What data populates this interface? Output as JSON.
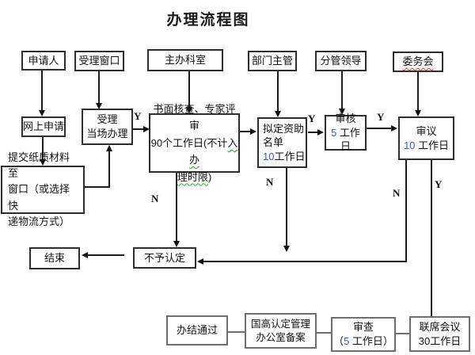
{
  "title": "办理流程图",
  "labels": {
    "yes": "Y",
    "no": "N"
  },
  "colors": {
    "number_accent": "#3a5bc7",
    "wavy_green": "#2eaa2e",
    "wavy_red": "#d04040",
    "box_border": "#2e2e2e"
  },
  "top_row": [
    "申请人",
    "受理窗口",
    "主办科室",
    "部门主管",
    "分管领导",
    "委务会"
  ],
  "boxes": {
    "online_apply": "网上申请",
    "accept_onsite": {
      "line1": "受理",
      "line2": "当场办理"
    },
    "paper_review": {
      "line1": "书面核查、专家评审",
      "line2_pre": "90个工作日(不计",
      "line2_wavy": "入办",
      "line3_wavy": "理时限",
      "line3_post": ")"
    },
    "draft_list": {
      "line1": "拟定资助",
      "line2": "名单",
      "num": "10",
      "unit": "工作日"
    },
    "review": {
      "line1": "审核",
      "num": "5",
      "unit": " 工作日"
    },
    "deliberate": {
      "line1": "审议",
      "num": "10",
      "unit": " 工作日"
    },
    "submit_paper": {
      "line1": "提交纸质材料至",
      "line2": "窗口（或选择快",
      "line3": "递物流方式）"
    },
    "end": "结束",
    "reject": "不予认定",
    "complete": "办结通过",
    "filing": {
      "line1": "国高认定管理",
      "line2": "办公室备案"
    },
    "check": {
      "line1": "审查",
      "pre": "（",
      "num": "5",
      "unit": " 工作日）"
    },
    "joint_meeting": {
      "line1": "联席会议",
      "line2": "30工作日"
    }
  }
}
